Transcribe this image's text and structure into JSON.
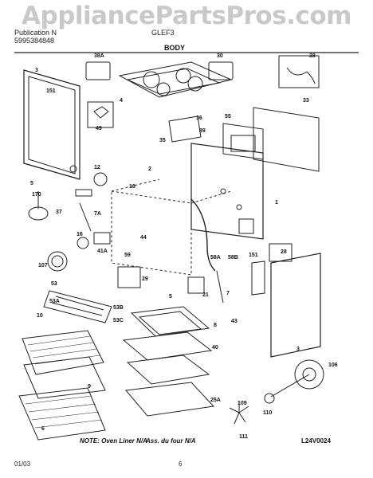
{
  "watermark": "AppliancePartsPros.com",
  "header": {
    "publication_label": "Publication N",
    "publication_number": "5995384848",
    "model": "GLEF3"
  },
  "title": "BODY",
  "note_left": "NOTE: Oven Liner N/A",
  "note_right": "Ass. du four N/A",
  "diagram_code": "L24V0024",
  "footer": {
    "date": "01/03",
    "page": "6"
  },
  "callouts": [
    "3",
    "151",
    "4",
    "38A",
    "30",
    "38",
    "49",
    "33",
    "55",
    "35",
    "89",
    "36",
    "1",
    "5",
    "170",
    "12",
    "2",
    "18",
    "7A",
    "37",
    "16",
    "107",
    "41A",
    "44",
    "59",
    "58A",
    "58B",
    "151",
    "28",
    "29",
    "53",
    "53A",
    "53B",
    "53C",
    "5",
    "21",
    "7",
    "10",
    "8",
    "43",
    "40",
    "3",
    "106",
    "9",
    "25A",
    "109",
    "110",
    "111",
    "6"
  ]
}
